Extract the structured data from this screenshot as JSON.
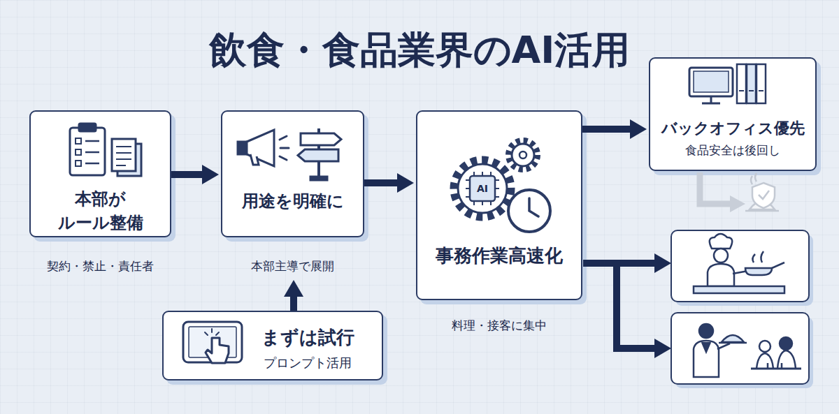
{
  "diagram": {
    "title": "飲食・食品業界のAI活用",
    "nodes": [
      {
        "text": [
          "本部が ルール整備",
          "契約・禁止・責任者"
        ]
      },
      {
        "text": [
          "用途を明確に",
          "本部主導で展開"
        ]
      },
      {
        "text": [
          "まずは試行",
          "プロンプト活用"
        ]
      },
      {
        "text": [
          "事務作業高速化",
          "料理・接客に集中"
        ]
      },
      {
        "text": [
          "バックオフィス優先",
          "食品安全は後回し"
        ]
      }
    ],
    "edges": [
      {
        "from": 0,
        "to": 1,
        "arrow": "to"
      },
      {
        "from": 2,
        "to": 1,
        "arrow": "to"
      },
      {
        "from": 1,
        "to": 3,
        "arrow": "to"
      },
      {
        "from": 3,
        "to": 4,
        "arrow": "to"
      }
    ],
    "labels": [
      "AI"
    ]
  }
}
